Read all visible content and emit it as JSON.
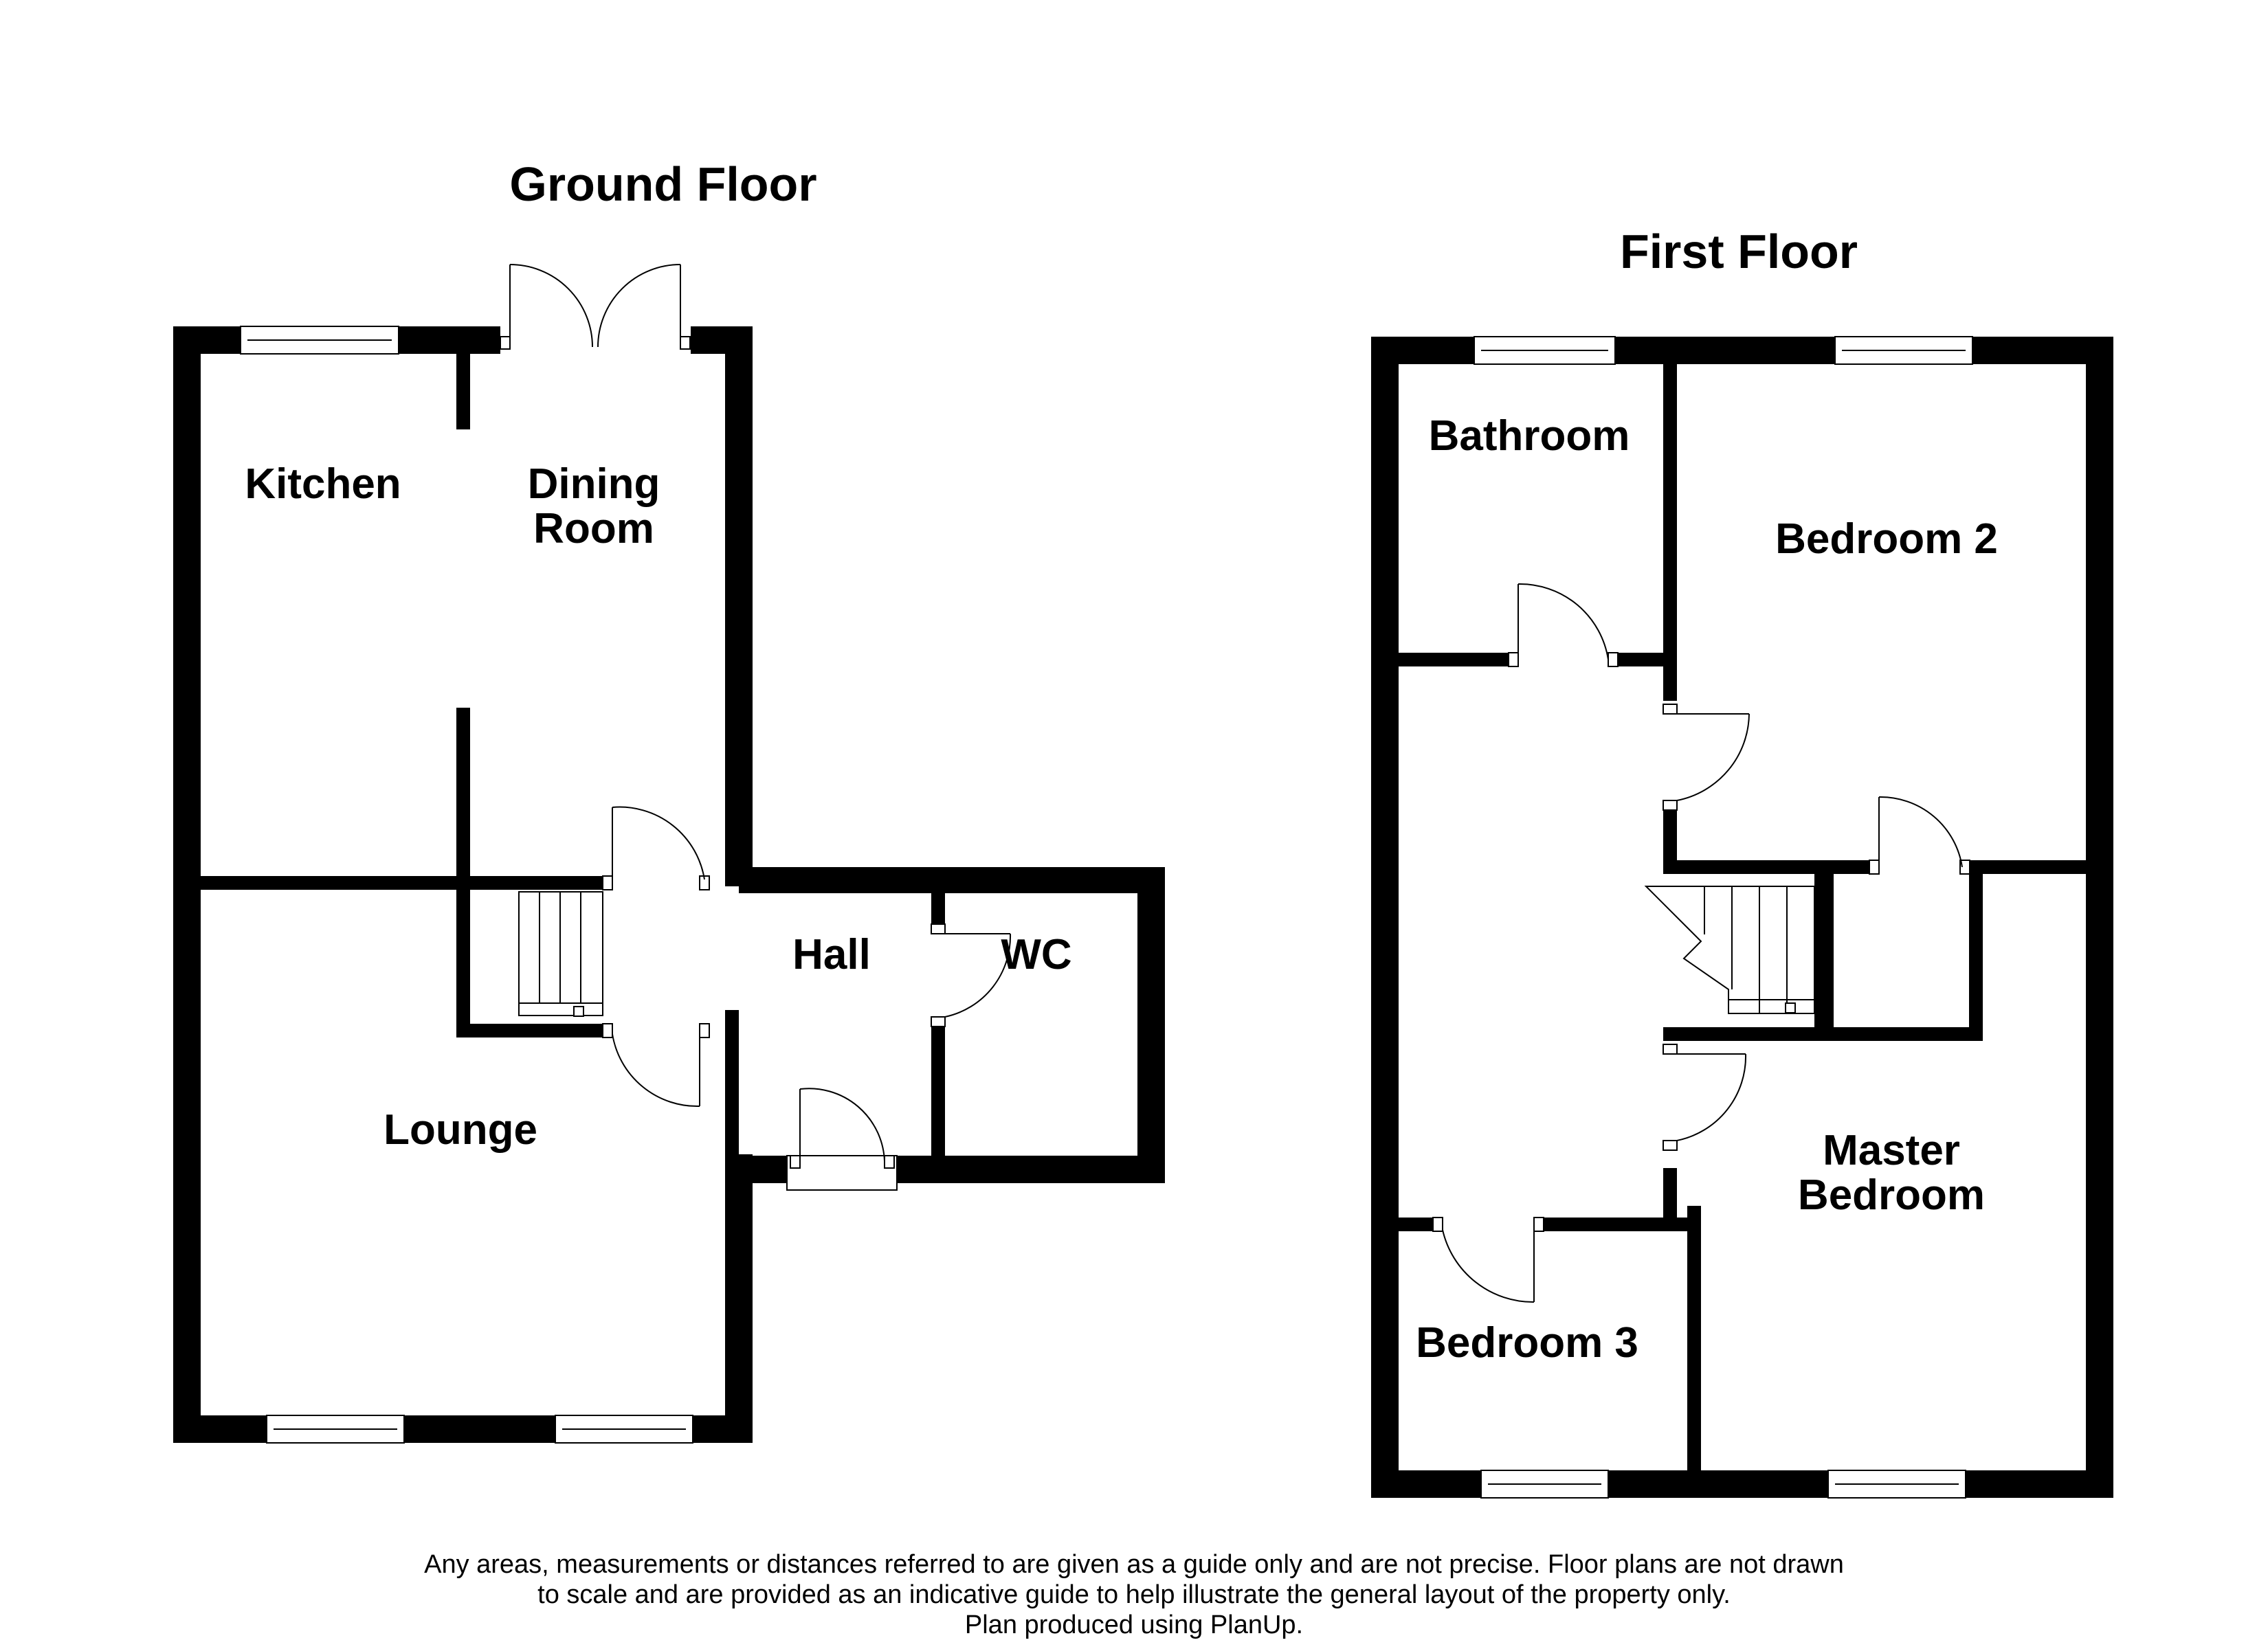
{
  "floors": {
    "ground": {
      "title": "Ground Floor",
      "rooms": {
        "kitchen": "Kitchen",
        "dining_line1": "Dining",
        "dining_line2": "Room",
        "hall": "Hall",
        "wc": "WC",
        "lounge": "Lounge"
      }
    },
    "first": {
      "title": "First Floor",
      "rooms": {
        "bathroom": "Bathroom",
        "bedroom2": "Bedroom 2",
        "master_line1": "Master",
        "master_line2": "Bedroom",
        "bedroom3": "Bedroom 3"
      }
    }
  },
  "disclaimer": {
    "line1": "Any areas, measurements or distances referred to are given as a guide only and are not precise. Floor plans are not drawn",
    "line2": "to scale and are provided as an indicative guide to help illustrate the general layout of the property only.",
    "line3": "Plan produced using PlanUp."
  }
}
